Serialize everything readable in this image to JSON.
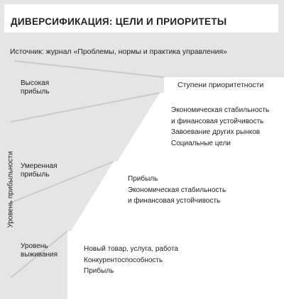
{
  "title": "ДИВЕРСИФИКАЦИЯ: ЦЕЛИ И  ПРИОРИТЕТЫ",
  "source": "Источник: журнал «Проблемы, нормы и практика управления»",
  "y_axis_label": "Уровень прибыльности",
  "right_header": "Ступени приоритетности",
  "zones": [
    {
      "lines": [
        "Высокая",
        "прибыль"
      ]
    },
    {
      "lines": [
        "Умеренная",
        "прибыль"
      ]
    },
    {
      "lines": [
        "Уровень",
        "выживания"
      ]
    }
  ],
  "steps": [
    {
      "items": [
        "Экономическая стабильность",
        "и финансовая устойчивость",
        "Завоевание других рынков",
        "Социальные цели"
      ]
    },
    {
      "items": [
        "Прибыль",
        "Экономическая стабильность",
        "и финансовая устойчивость"
      ]
    },
    {
      "items": [
        "Новый товар, услуга, работа",
        "Конкурентоспособность",
        "Прибыль"
      ]
    }
  ],
  "colors": {
    "background": "#e5e5e5",
    "panel": "#ffffff",
    "line": "#c9c9c9",
    "text": "#222222"
  }
}
